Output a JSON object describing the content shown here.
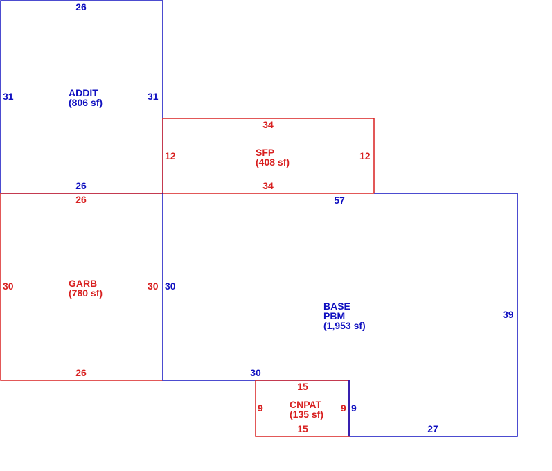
{
  "colors": {
    "blue": "#1010c0",
    "red": "#d82020",
    "background": "#ffffff"
  },
  "areas": {
    "addit": {
      "name": "ADDIT",
      "area": "(806 sf)",
      "top": "26",
      "bottom": "26",
      "left": "31",
      "right": "31"
    },
    "sfp": {
      "name": "SFP",
      "area": "(408 sf)",
      "top": "34",
      "bottom": "34",
      "left": "12",
      "right": "12"
    },
    "garb": {
      "name": "GARB",
      "area": "(780 sf)",
      "top": "26",
      "bottom": "26",
      "left": "30",
      "right": "30"
    },
    "base": {
      "name": "BASE",
      "name2": "PBM",
      "area": "(1,953 sf)",
      "top": "57",
      "left": "30",
      "right": "39",
      "bottom_left": "30",
      "inner_right": "9",
      "bottom_right": "27"
    },
    "cnpat": {
      "name": "CNPAT",
      "area": "(135 sf)",
      "top": "15",
      "bottom": "15",
      "left": "9",
      "right": "9"
    }
  }
}
